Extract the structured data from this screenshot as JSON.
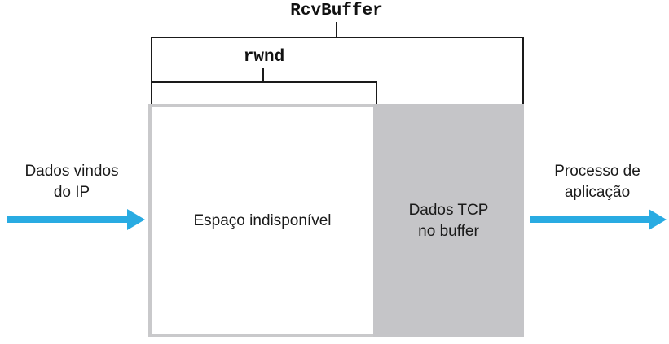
{
  "diagram": {
    "rcvbuffer_label": "RcvBuffer",
    "rwnd_label": "rwnd",
    "incoming": {
      "line1": "Dados vindos",
      "line2": "do IP"
    },
    "outgoing": {
      "line1": "Processo de",
      "line2": "aplicação"
    },
    "spare_room_label": "Espaço indisponível",
    "tcp_data": {
      "line1": "Dados TCP",
      "line2": "no buffer"
    },
    "colors": {
      "arrow": "#29abe2",
      "box_border": "#c9c9cb",
      "buffer_fill": "#c5c5c8",
      "bracket": "#1a1a1a"
    }
  }
}
